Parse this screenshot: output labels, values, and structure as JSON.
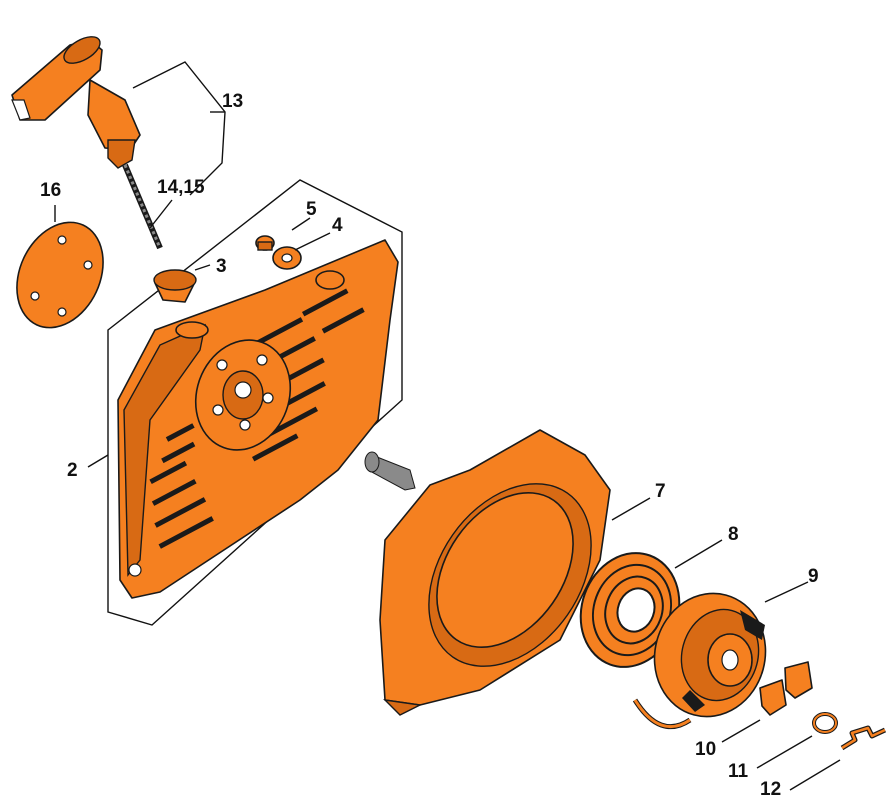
{
  "diagram": {
    "callouts": {
      "c2": "2",
      "c3": "3",
      "c4": "4",
      "c5": "5",
      "c7": "7",
      "c8": "8",
      "c9": "9",
      "c10": "10",
      "c11": "11",
      "c12": "12",
      "c13": "13",
      "c14": "14,15",
      "c16": "16"
    },
    "colors": {
      "part_fill": "#F58020",
      "part_shade": "#D86A14",
      "outline": "#1a1a1a"
    }
  }
}
